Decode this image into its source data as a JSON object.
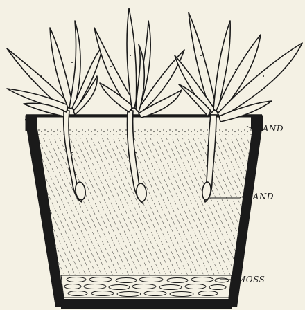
{
  "labels": {
    "top_sand": "SAND",
    "mid_sand": "SAND",
    "moss": "MOSS"
  },
  "colors": {
    "ink": "#1a1a1a",
    "paper": "#f4f1e4"
  }
}
